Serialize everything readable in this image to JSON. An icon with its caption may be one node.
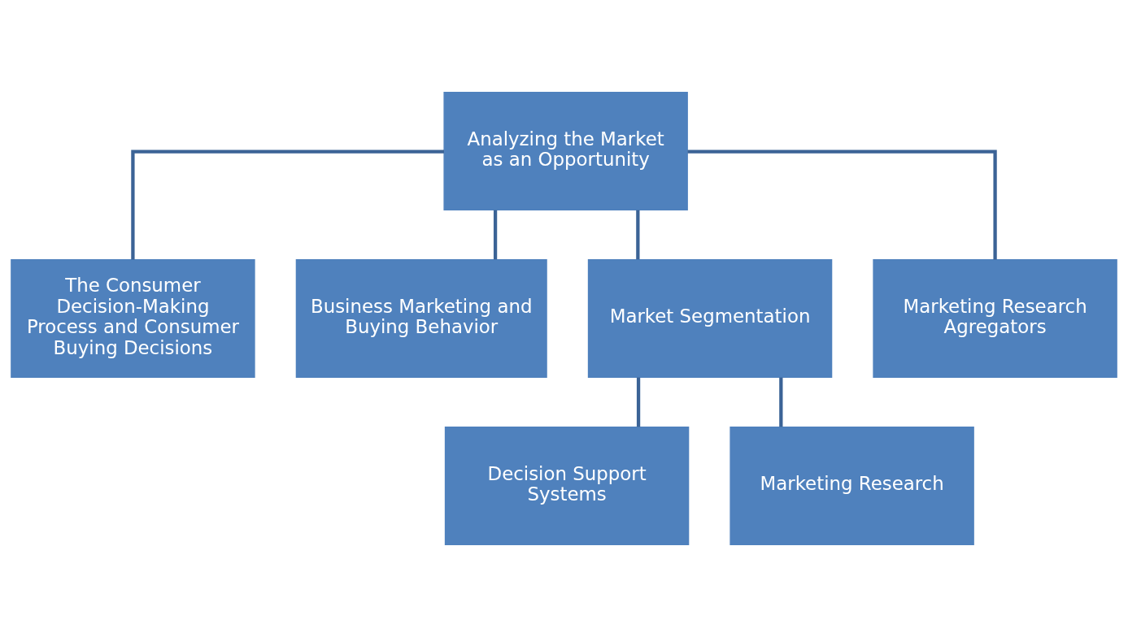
{
  "diagram": {
    "nodes": [
      {
        "text": [
          "Analyzing the Market as an Opportunity"
        ]
      },
      {
        "text": [
          "The Consumer Decision-Making Process and Consumer Buying Decisions"
        ]
      },
      {
        "text": [
          "Business Marketing and Buying Behavior"
        ]
      },
      {
        "text": [
          "Market Segmentation"
        ]
      },
      {
        "text": [
          "Marketing Research Agregators"
        ]
      },
      {
        "text": [
          "Decision Support Systems"
        ]
      },
      {
        "text": [
          "Marketing Research"
        ]
      }
    ],
    "edges": [
      {
        "from": 0,
        "to": 1,
        "arrow": "none"
      },
      {
        "from": 0,
        "to": 2,
        "arrow": "none"
      },
      {
        "from": 0,
        "to": 3,
        "arrow": "none"
      },
      {
        "from": 0,
        "to": 4,
        "arrow": "none"
      },
      {
        "from": 3,
        "to": 5,
        "arrow": "none"
      },
      {
        "from": 3,
        "to": 6,
        "arrow": "none"
      }
    ]
  }
}
